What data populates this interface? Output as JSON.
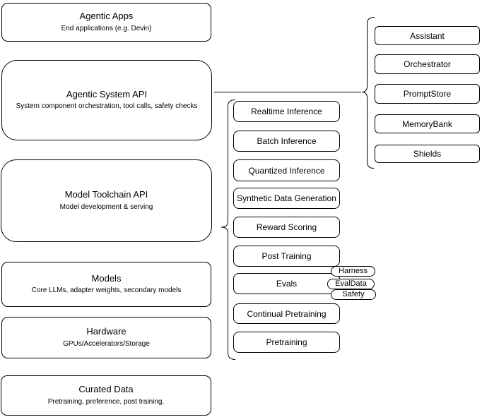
{
  "diagram": {
    "stack": [
      {
        "title": "Agentic Apps",
        "subtitle": "End applications (e.g. Devin)"
      },
      {
        "title": "Agentic System API",
        "subtitle": "System component orchestration, tool calls, safety checks"
      },
      {
        "title": "Model Toolchain API",
        "subtitle": "Model development & serving"
      },
      {
        "title": "Models",
        "subtitle": "Core LLMs, adapter weights, secondary models"
      },
      {
        "title": "Hardware",
        "subtitle": "GPUs/Accelerators/Storage"
      },
      {
        "title": "Curated Data",
        "subtitle": "Pretraining, preference, post training."
      }
    ],
    "toolchain_items": [
      "Realtime Inference",
      "Batch Inference",
      "Quantized Inference",
      "Synthetic Data Generation",
      "Reward Scoring",
      "Post Training",
      "Evals",
      "Continual Pretraining",
      "Pretraining"
    ],
    "evals_tags": [
      "Harness",
      "EvalData",
      "Safety"
    ],
    "system_components": [
      "Assistant",
      "Orchestrator",
      "PromptStore",
      "MemoryBank",
      "Shields"
    ],
    "colors": {
      "stroke": "#000000",
      "background": "#ffffff",
      "text": "#000000"
    }
  }
}
